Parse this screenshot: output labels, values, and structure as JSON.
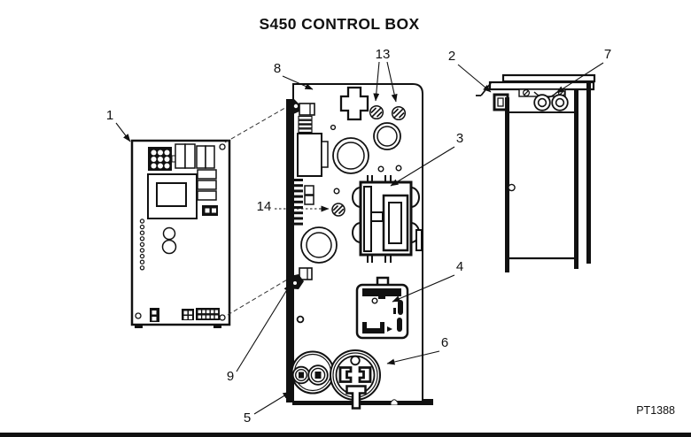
{
  "page": {
    "title": "S450 CONTROL BOX",
    "part_number": "PT1388",
    "colors": {
      "background": "#ffffff",
      "line": "#111111"
    }
  },
  "callouts": [
    {
      "label": "1"
    },
    {
      "label": "2"
    },
    {
      "label": "3"
    },
    {
      "label": "4"
    },
    {
      "label": "5"
    },
    {
      "label": "6"
    },
    {
      "label": "7"
    },
    {
      "label": "8"
    },
    {
      "label": "9"
    },
    {
      "label": "13"
    },
    {
      "label": "14"
    }
  ]
}
